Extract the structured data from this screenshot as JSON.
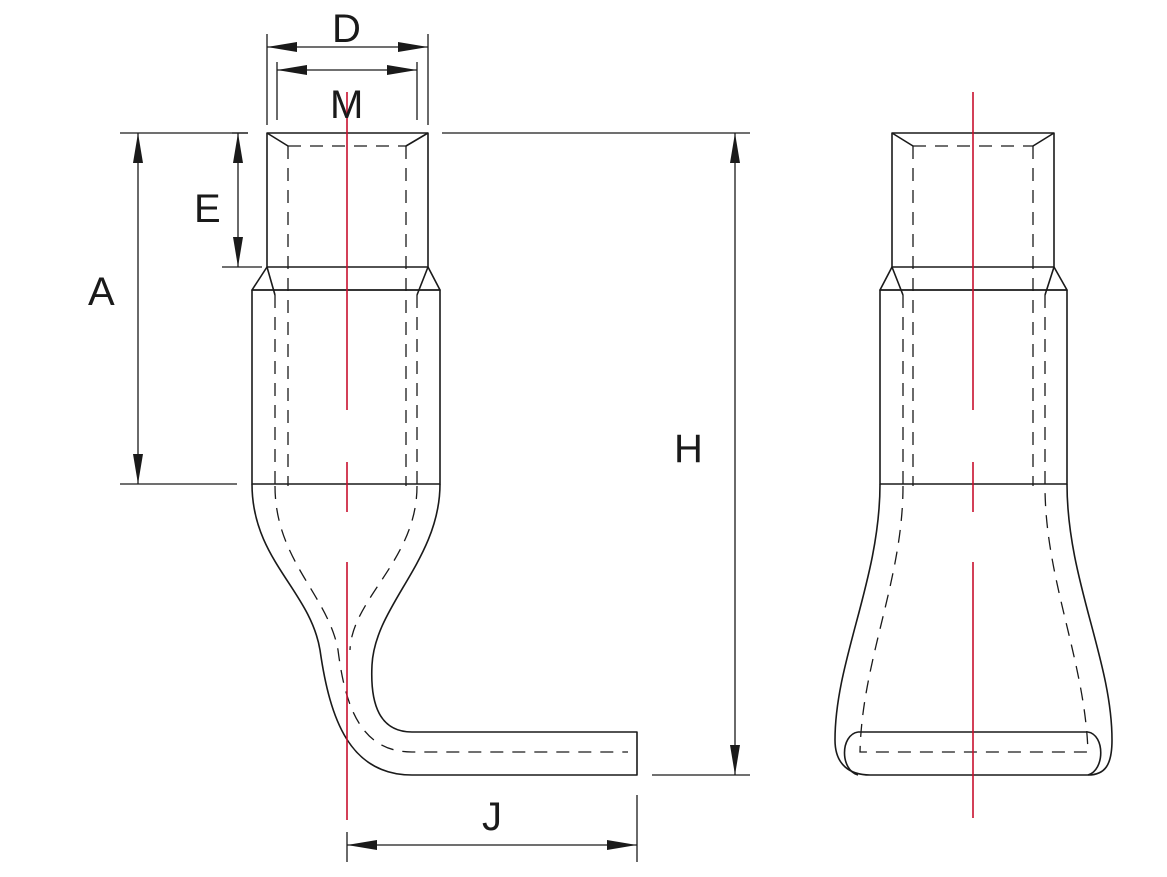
{
  "dimensions": {
    "D": "D",
    "M": "M",
    "E": "E",
    "A": "A",
    "H": "H",
    "J": "J"
  },
  "colors": {
    "outline": "#1a1a1a",
    "centerline": "#c8102e",
    "background": "#ffffff"
  }
}
